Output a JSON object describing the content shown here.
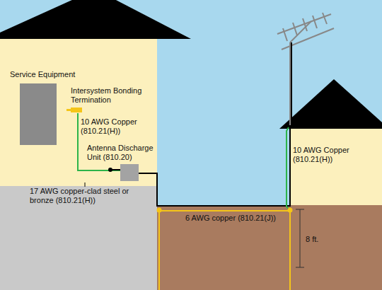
{
  "diagram": {
    "nodes": [
      {
        "text": [
          "Service Equipment"
        ]
      },
      {
        "text": [
          "Antenna Discharge Unit (810.20)"
        ]
      }
    ],
    "labels": [
      "Intersystem Bonding Termination",
      "10 AWG Copper (810.21(H))",
      "17 AWG copper-clad steel or bronze (810.21(H))",
      "10 AWG Copper (810.21(H))",
      "6 AWG copper (810.21(J))",
      "8 ft."
    ]
  }
}
